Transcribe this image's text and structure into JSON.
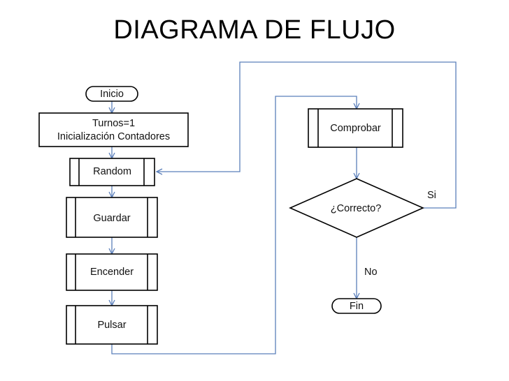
{
  "title": "DIAGRAMA DE FLUJO",
  "nodes": {
    "inicio": "Inicio",
    "turnos": "Turnos=1",
    "inicializacion": "Inicialización Contadores",
    "random": "Random",
    "guardar": "Guardar",
    "encender": "Encender",
    "pulsar": "Pulsar",
    "comprobar": "Comprobar",
    "correcto": "¿Correcto?",
    "fin": "Fin"
  },
  "edge_labels": {
    "si": "Si",
    "no": "No"
  },
  "colors": {
    "line": "#5b7fba",
    "border": "#000000",
    "fill": "#ffffff"
  }
}
